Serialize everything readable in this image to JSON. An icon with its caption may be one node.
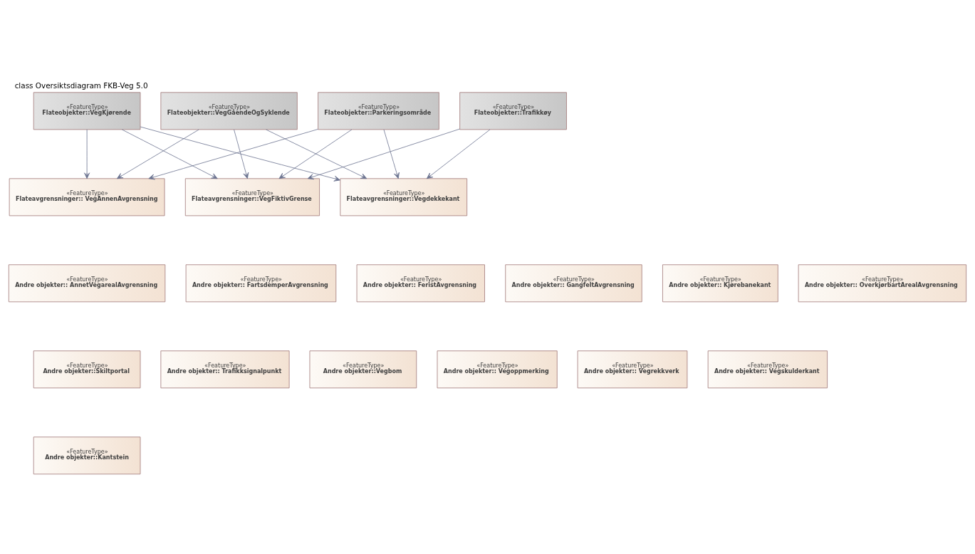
{
  "diagram": {
    "title": "class Oversiktsdiagram FKB-Veg 5.0",
    "nodes": [
      {
        "text": [
          "«FeatureType»",
          "Flateobjekter::VegKjørende"
        ]
      },
      {
        "text": [
          "«FeatureType»",
          "Flateobjekter::VegGåendeOgSyklende"
        ]
      },
      {
        "text": [
          "«FeatureType»",
          "Flateobjekter::Parkeringsområde"
        ]
      },
      {
        "text": [
          "«FeatureType»",
          "Flateobjekter::Trafikkøy"
        ]
      },
      {
        "text": [
          "«FeatureType»",
          "Flateavgrensninger:: VegAnnenAvgrensning"
        ]
      },
      {
        "text": [
          "«FeatureType»",
          "Flateavgrensninger::Vegdekkekant"
        ]
      },
      {
        "text": [
          "«FeatureType»",
          "Flateavgrensninger::VegFiktivGrense"
        ]
      },
      {
        "text": [
          "«FeatureType»",
          "Andre objekter:: AnnetVegarealAvgrensning"
        ]
      },
      {
        "text": [
          "«FeatureType»",
          "Andre objekter:: FartsdemperAvgrensning"
        ]
      },
      {
        "text": [
          "«FeatureType»",
          "Andre objekter:: FeristAvgrensning"
        ]
      },
      {
        "text": [
          "«FeatureType»",
          "Andre objekter:: GangfeltAvgrensning"
        ]
      },
      {
        "text": [
          "«FeatureType»",
          "Andre objekter:: Kjørebanekant"
        ]
      },
      {
        "text": [
          "«FeatureType»",
          "Andre objekter:: OverkjørbartArealAvgrensning"
        ]
      },
      {
        "text": [
          "«FeatureType»",
          "Andre objekter::Skiltportal"
        ]
      },
      {
        "text": [
          "«FeatureType»",
          "Andre objekter:: Trafikksignalpunkt"
        ]
      },
      {
        "text": [
          "«FeatureType»",
          "Andre objekter::Vegbom"
        ]
      },
      {
        "text": [
          "«FeatureType»",
          "Andre objekter:: Vegoppmerking"
        ]
      },
      {
        "text": [
          "«FeatureType»",
          "Andre objekter:: Vegrekkverk"
        ]
      },
      {
        "text": [
          "«FeatureType»",
          "Andre objekter:: Vegskulderkant"
        ]
      },
      {
        "text": [
          "«FeatureType»",
          "Andre objekter::Kantstein"
        ]
      }
    ],
    "edges": [
      {
        "from": 0,
        "to": 4,
        "arrow": "to"
      },
      {
        "from": 0,
        "to": 5,
        "arrow": "to"
      },
      {
        "from": 0,
        "to": 6,
        "arrow": "to"
      },
      {
        "from": 1,
        "to": 4,
        "arrow": "to"
      },
      {
        "from": 1,
        "to": 5,
        "arrow": "to"
      },
      {
        "from": 1,
        "to": 6,
        "arrow": "to"
      },
      {
        "from": 2,
        "to": 4,
        "arrow": "to"
      },
      {
        "from": 2,
        "to": 5,
        "arrow": "to"
      },
      {
        "from": 2,
        "to": 6,
        "arrow": "to"
      },
      {
        "from": 3,
        "to": 5,
        "arrow": "to"
      },
      {
        "from": 3,
        "to": 6,
        "arrow": "to"
      }
    ]
  }
}
